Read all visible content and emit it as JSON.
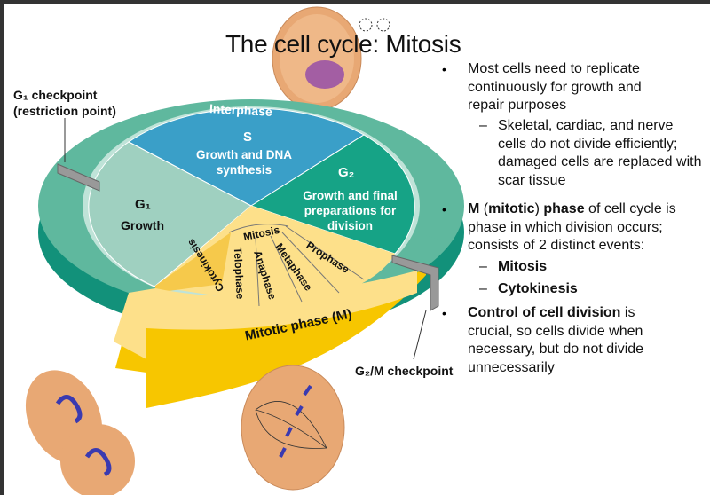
{
  "slide": {
    "title": "The cell cycle: Mitosis",
    "bullets": [
      {
        "text": "Most cells need to replicate continuously for growth and repair purposes"
      },
      {
        "sub": "Skeletal, cardiac, and nerve cells do not divide efficiently; damaged cells are replaced with scar tissue"
      },
      {
        "bold1": "M",
        "plain1": " (",
        "bold2": "mitotic",
        "plain2": ") ",
        "bold3": "phase",
        "rest": " of cell cycle is phase in which division occurs; consists of 2 distinct events:"
      },
      {
        "sub": "Mitosis"
      },
      {
        "sub": "Cytokinesis"
      },
      {
        "bold": "Control of cell division",
        "rest": " is crucial, so cells divide when necessary, but do not divide unnecessarily"
      }
    ]
  },
  "diagram": {
    "g1_checkpoint": "G₁ checkpoint",
    "restriction_point": "(restriction point)",
    "interphase": "Interphase",
    "s_title": "S",
    "s_desc": "Growth and DNA synthesis",
    "g2_title": "G₂",
    "g2_desc": "Growth and final preparations for division",
    "g1_title": "G₁",
    "g1_desc": "Growth",
    "mitosis": "Mitosis",
    "cytokinesis": "Cytokinesis",
    "telophase": "Telophase",
    "anaphase": "Anaphase",
    "metaphase": "Metaphase",
    "prophase": "Prophase",
    "mitotic_phase": "Mitotic phase (M)",
    "g2m_checkpoint": "G₂/M checkpoint",
    "colors": {
      "interphase_ring": "#5fb89e",
      "ring_side": "#12917a",
      "s": "#3a9fc8",
      "g2": "#16a386",
      "g1": "#9fd0c0",
      "mitotic": "#fde08a",
      "mitotic_band": "#f7c600",
      "cell": "#e8a874"
    }
  }
}
